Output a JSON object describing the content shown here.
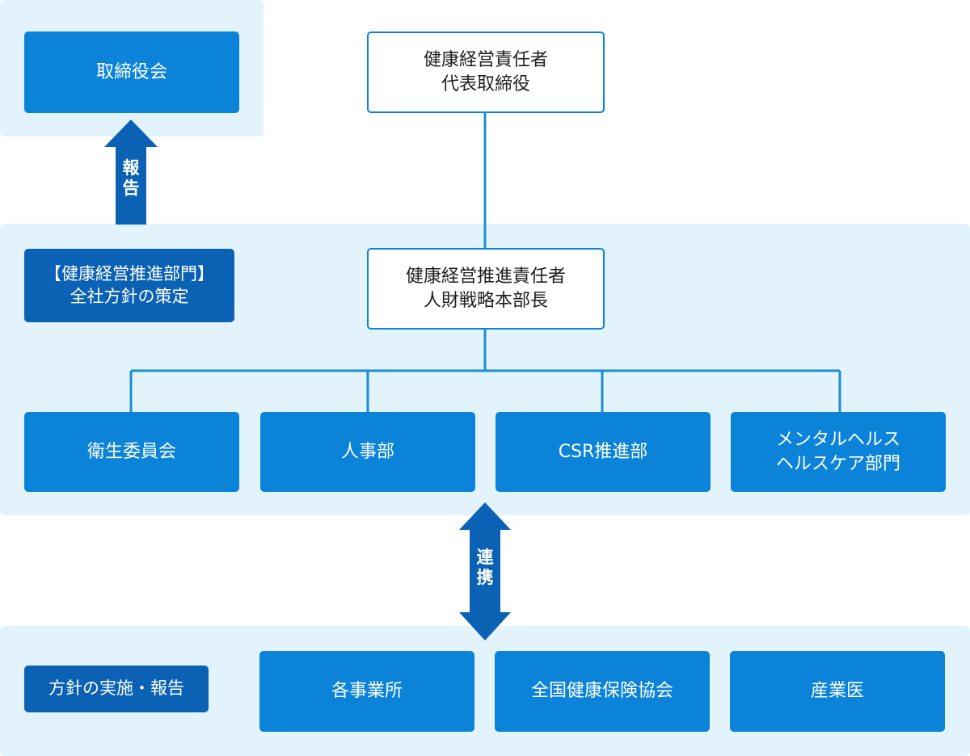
{
  "colors": {
    "panel_bg": "#e3f3fb",
    "box_blue": "#0a83d9",
    "tag_blue": "#0b62b4",
    "arrow_blue": "#0b62b4",
    "connector": "#1a8fd0"
  },
  "board": {
    "label": "取締役会"
  },
  "report_arrow": {
    "chars": [
      "報",
      "告"
    ]
  },
  "cooperation_arrow": {
    "chars": [
      "連",
      "携"
    ]
  },
  "top_officer": {
    "label": "健康経営責任者\n代表取締役"
  },
  "promotion": {
    "tag": "【健康経営推進部門】\n全社方針の策定",
    "head": "健康経営推進責任者\n人財戦略本部長",
    "units": [
      {
        "label": "衛生委員会"
      },
      {
        "label": "人事部"
      },
      {
        "label": "CSR推進部"
      },
      {
        "label": "メンタルヘルス\nヘルスケア部門"
      }
    ]
  },
  "implementation": {
    "tag": "方針の実施・報告",
    "units": [
      {
        "label": "各事業所"
      },
      {
        "label": "全国健康保険協会"
      },
      {
        "label": "産業医"
      }
    ]
  }
}
